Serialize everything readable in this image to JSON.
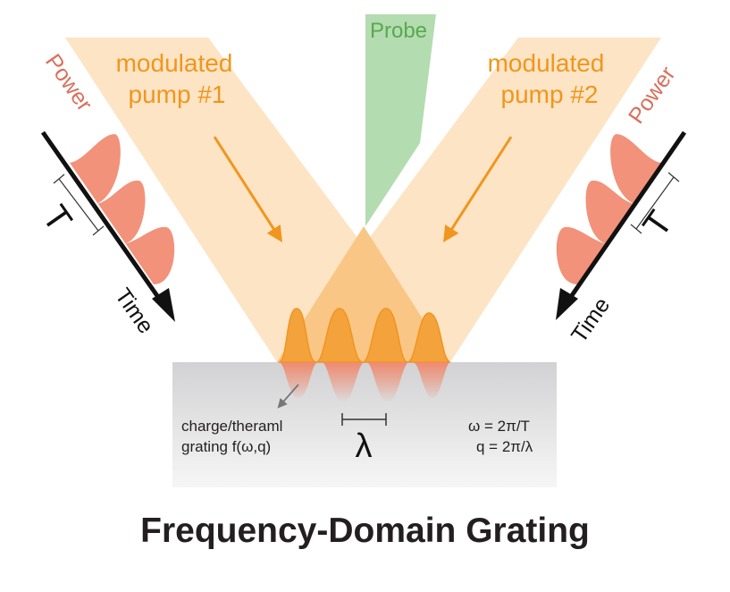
{
  "labels": {
    "probe": "Probe",
    "pump1_line1": "modulated",
    "pump1_line2": "pump #1",
    "pump2_line1": "modulated",
    "pump2_line2": "pump #2",
    "power_left": "Power",
    "power_right": "Power",
    "time_left": "Time",
    "time_right": "Time",
    "period_left": "T",
    "period_right": "T",
    "wavelength": "λ",
    "grating_line1": "charge/theraml",
    "grating_line2": "grating f(ω,q)",
    "omega_eq": "ω = 2π/T",
    "q_eq": "q = 2π/λ"
  },
  "caption": "Frequency-Domain Grating",
  "colors": {
    "pump_beam": "#fde2c0",
    "overlap": "#f9c686",
    "probe_beam": "#b3dcb0",
    "probe_text": "#5aa84f",
    "pump_text": "#f0961e",
    "arrow": "#f0961e",
    "pulse_fill": "#f2927a",
    "power_text": "#d9705c",
    "grating_fill": "#f4a23c",
    "sample": "#dcdcdd",
    "text_dark": "#231f20"
  }
}
